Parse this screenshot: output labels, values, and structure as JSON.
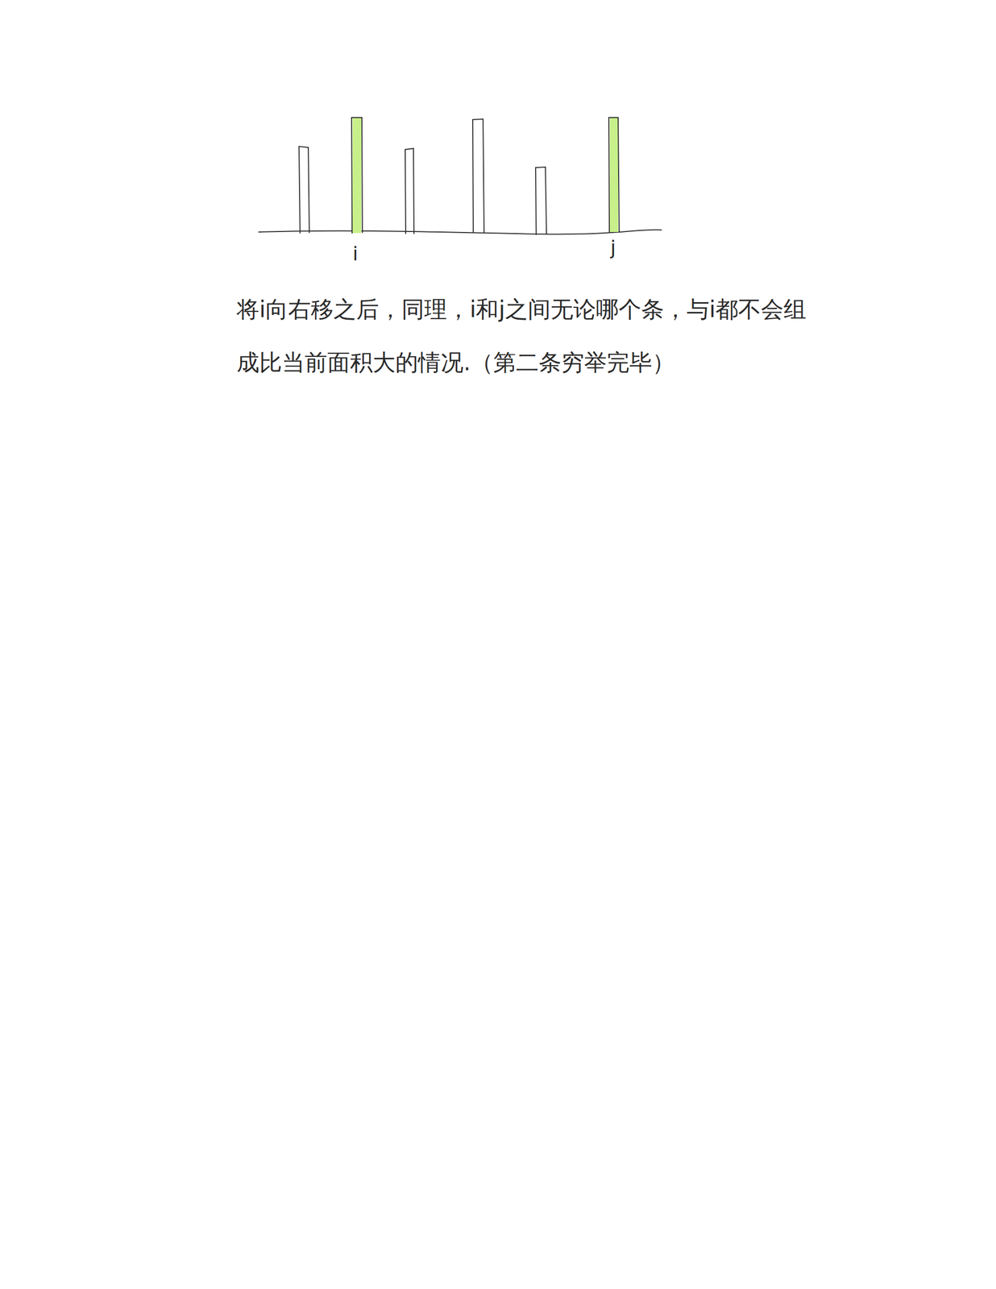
{
  "diagram": {
    "labels": [
      "i",
      "j",
      "将i向右移之后，同理，i和j之间无论哪个条，与i都不会组成比当前面积大的情况.（第二条穷举完毕）"
    ]
  }
}
